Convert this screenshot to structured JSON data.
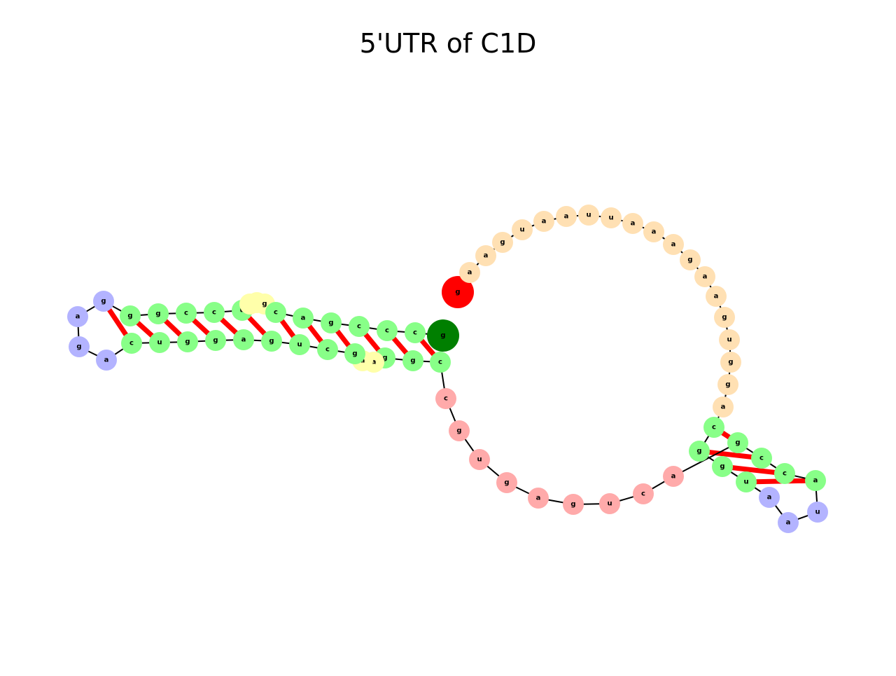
{
  "title": "5'UTR of C1D",
  "colors": {
    "stem": "#88ff88",
    "hairpin_loop": "#b3b3ff",
    "interior_loop": "#ffffaa",
    "multiloop": "#ffaaaa",
    "exterior": "#ffe0b3",
    "five_prime": "#ff0000",
    "three_prime": "#007f00",
    "backbone": "#000000",
    "pair_bond": "#ff0000"
  },
  "nucleotides": [
    {
      "base": "g",
      "type": "five_prime"
    },
    {
      "base": "a",
      "type": "exterior"
    },
    {
      "base": "a",
      "type": "exterior"
    },
    {
      "base": "g",
      "type": "exterior"
    },
    {
      "base": "u",
      "type": "exterior"
    },
    {
      "base": "a",
      "type": "exterior"
    },
    {
      "base": "a",
      "type": "exterior"
    },
    {
      "base": "u",
      "type": "exterior"
    },
    {
      "base": "u",
      "type": "exterior"
    },
    {
      "base": "a",
      "type": "exterior"
    },
    {
      "base": "a",
      "type": "exterior"
    },
    {
      "base": "a",
      "type": "exterior"
    },
    {
      "base": "g",
      "type": "exterior"
    },
    {
      "base": "a",
      "type": "exterior"
    },
    {
      "base": "a",
      "type": "exterior"
    },
    {
      "base": "g",
      "type": "exterior"
    },
    {
      "base": "u",
      "type": "exterior"
    },
    {
      "base": "g",
      "type": "exterior"
    },
    {
      "base": "g",
      "type": "exterior"
    },
    {
      "base": "a",
      "type": "exterior"
    },
    {
      "base": "c",
      "type": "stem"
    },
    {
      "base": "g",
      "type": "stem"
    },
    {
      "base": "g",
      "type": "stem"
    },
    {
      "base": "u",
      "type": "stem"
    },
    {
      "base": "a",
      "type": "hairpin_loop"
    },
    {
      "base": "a",
      "type": "hairpin_loop"
    },
    {
      "base": "u",
      "type": "hairpin_loop"
    },
    {
      "base": "a",
      "type": "stem"
    },
    {
      "base": "c",
      "type": "stem"
    },
    {
      "base": "c",
      "type": "stem"
    },
    {
      "base": "g",
      "type": "stem"
    },
    {
      "base": "a",
      "type": "multiloop"
    },
    {
      "base": "c",
      "type": "multiloop"
    },
    {
      "base": "u",
      "type": "multiloop"
    },
    {
      "base": "g",
      "type": "multiloop"
    },
    {
      "base": "a",
      "type": "multiloop"
    },
    {
      "base": "g",
      "type": "multiloop"
    },
    {
      "base": "u",
      "type": "multiloop"
    },
    {
      "base": "g",
      "type": "multiloop"
    },
    {
      "base": "c",
      "type": "multiloop"
    },
    {
      "base": "c",
      "type": "stem"
    },
    {
      "base": "g",
      "type": "stem"
    },
    {
      "base": "g",
      "type": "stem"
    },
    {
      "base": "a",
      "type": "interior_loop"
    },
    {
      "base": "a",
      "type": "interior_loop"
    },
    {
      "base": "g",
      "type": "stem"
    },
    {
      "base": "c",
      "type": "stem"
    },
    {
      "base": "u",
      "type": "stem"
    },
    {
      "base": "g",
      "type": "stem"
    },
    {
      "base": "a",
      "type": "stem"
    },
    {
      "base": "g",
      "type": "stem"
    },
    {
      "base": "g",
      "type": "stem"
    },
    {
      "base": "u",
      "type": "stem"
    },
    {
      "base": "c",
      "type": "stem"
    },
    {
      "base": "a",
      "type": "hairpin_loop"
    },
    {
      "base": "g",
      "type": "hairpin_loop"
    },
    {
      "base": "a",
      "type": "hairpin_loop"
    },
    {
      "base": "g",
      "type": "hairpin_loop"
    },
    {
      "base": "g",
      "type": "stem"
    },
    {
      "base": "g",
      "type": "stem"
    },
    {
      "base": "c",
      "type": "stem"
    },
    {
      "base": "c",
      "type": "stem"
    },
    {
      "base": "u",
      "type": "stem"
    },
    {
      "base": "u",
      "type": "interior_loop"
    },
    {
      "base": "c",
      "type": "interior_loop"
    },
    {
      "base": "g",
      "type": "interior_loop"
    },
    {
      "base": "c",
      "type": "stem"
    },
    {
      "base": "a",
      "type": "stem"
    },
    {
      "base": "g",
      "type": "stem"
    },
    {
      "base": "c",
      "type": "stem"
    },
    {
      "base": "c",
      "type": "stem"
    },
    {
      "base": "c",
      "type": "stem"
    },
    {
      "base": "g",
      "type": "three_prime"
    }
  ],
  "base_pairs": [
    [
      20,
      30
    ],
    [
      21,
      29
    ],
    [
      22,
      28
    ],
    [
      23,
      27
    ],
    [
      40,
      71
    ],
    [
      41,
      70
    ],
    [
      42,
      69
    ],
    [
      45,
      68
    ],
    [
      46,
      67
    ],
    [
      47,
      66
    ],
    [
      48,
      62
    ],
    [
      49,
      61
    ],
    [
      50,
      60
    ],
    [
      51,
      59
    ],
    [
      52,
      58
    ],
    [
      53,
      57
    ]
  ]
}
